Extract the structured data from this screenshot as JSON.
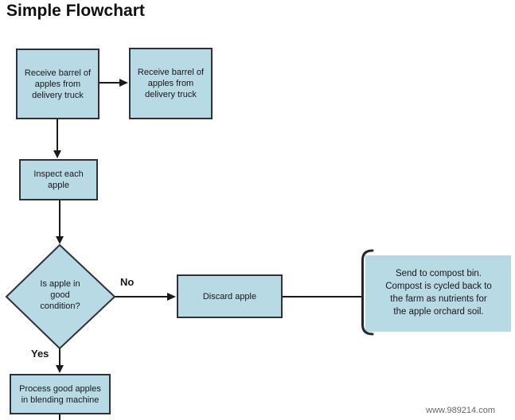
{
  "title": "Simple Flowchart",
  "watermark": "www.989214.com",
  "colors": {
    "node_fill": "#b8dae5",
    "node_border": "#30303a",
    "node_text": "#17171f",
    "connector": "#1a1a1a",
    "watermark_text": "#666666",
    "background": "#ffffff"
  },
  "nodes": {
    "receive_left": {
      "type": "process",
      "label": "Receive barrel of\napples from\ndelivery truck"
    },
    "receive_right": {
      "type": "process",
      "label": "Receive barrel of\napples from\ndelivery truck"
    },
    "inspect": {
      "type": "process",
      "label": "Inspect each\napple"
    },
    "decision": {
      "type": "decision",
      "label": "Is apple in\ngood\ncondition?"
    },
    "discard": {
      "type": "process",
      "label": "Discard apple"
    },
    "compost": {
      "type": "note",
      "label": "Send to compost bin.\nCompost is cycled back to\nthe farm as nutrients for\nthe apple orchard soil."
    },
    "process_apples": {
      "type": "process",
      "label": "Process good apples\nin blending machine"
    }
  },
  "edges": [
    {
      "from": "receive_left",
      "to": "receive_right",
      "label": ""
    },
    {
      "from": "receive_left",
      "to": "inspect",
      "label": ""
    },
    {
      "from": "inspect",
      "to": "decision",
      "label": ""
    },
    {
      "from": "decision",
      "to": "discard",
      "label": "No"
    },
    {
      "from": "discard",
      "to": "compost",
      "label": ""
    },
    {
      "from": "decision",
      "to": "process_apples",
      "label": "Yes"
    }
  ]
}
